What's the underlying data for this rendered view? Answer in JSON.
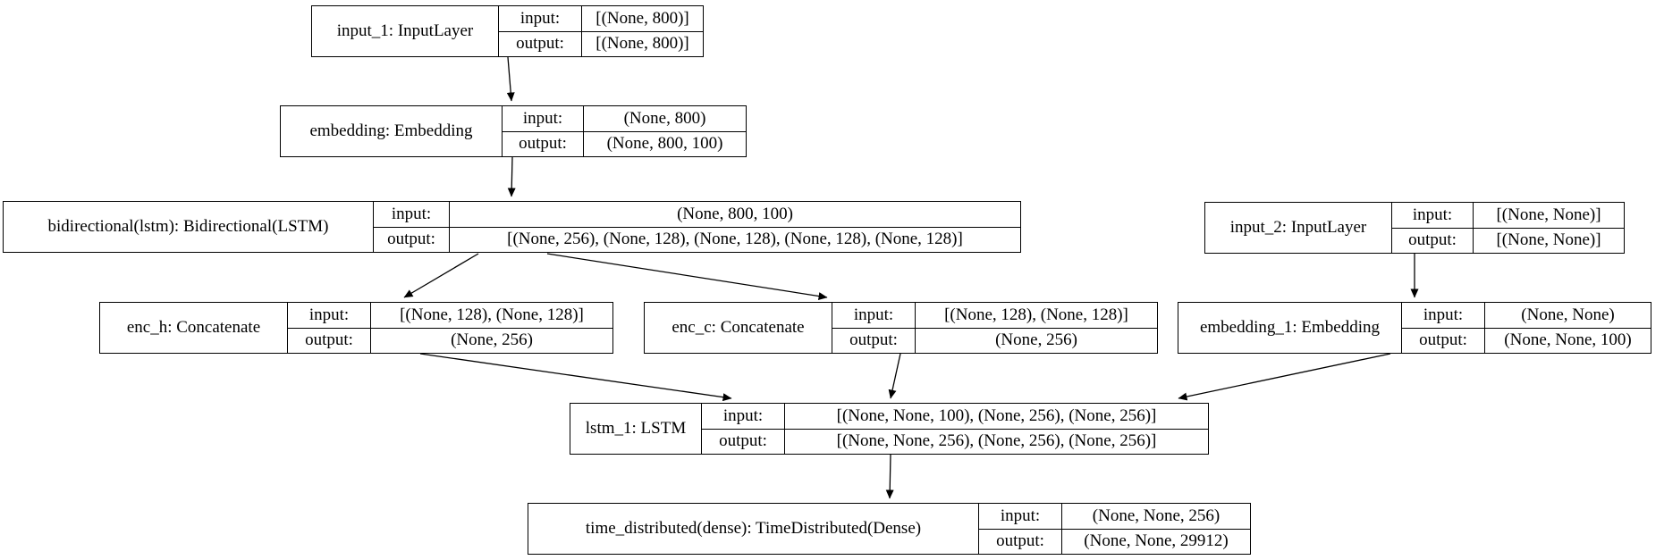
{
  "diagram": {
    "kind": "keras-model-plot",
    "io_labels": {
      "input": "input:",
      "output": "output:"
    },
    "nodes": [
      {
        "id": "input_1",
        "title": "input_1: InputLayer",
        "input": "[(None, 800)]",
        "output": "[(None, 800)]"
      },
      {
        "id": "embedding",
        "title": "embedding: Embedding",
        "input": "(None, 800)",
        "output": "(None, 800, 100)"
      },
      {
        "id": "bidirectional",
        "title": "bidirectional(lstm): Bidirectional(LSTM)",
        "input": "(None, 800, 100)",
        "output": "[(None, 256), (None, 128), (None, 128), (None, 128), (None, 128)]"
      },
      {
        "id": "input_2",
        "title": "input_2: InputLayer",
        "input": "[(None, None)]",
        "output": "[(None, None)]"
      },
      {
        "id": "enc_h",
        "title": "enc_h: Concatenate",
        "input": "[(None, 128), (None, 128)]",
        "output": "(None, 256)"
      },
      {
        "id": "enc_c",
        "title": "enc_c: Concatenate",
        "input": "[(None, 128), (None, 128)]",
        "output": "(None, 256)"
      },
      {
        "id": "embedding_1",
        "title": "embedding_1: Embedding",
        "input": "(None, None)",
        "output": "(None, None, 100)"
      },
      {
        "id": "lstm_1",
        "title": "lstm_1: LSTM",
        "input": "[(None, None, 100), (None, 256), (None, 256)]",
        "output": "[(None, None, 256), (None, 256), (None, 256)]"
      },
      {
        "id": "time_distributed",
        "title": "time_distributed(dense): TimeDistributed(Dense)",
        "input": "(None, None, 256)",
        "output": "(None, None, 29912)"
      }
    ],
    "edges": [
      {
        "from": "input_1",
        "to": "embedding"
      },
      {
        "from": "embedding",
        "to": "bidirectional"
      },
      {
        "from": "bidirectional",
        "to": "enc_h"
      },
      {
        "from": "bidirectional",
        "to": "enc_c"
      },
      {
        "from": "input_2",
        "to": "embedding_1"
      },
      {
        "from": "enc_h",
        "to": "lstm_1"
      },
      {
        "from": "enc_c",
        "to": "lstm_1"
      },
      {
        "from": "embedding_1",
        "to": "lstm_1"
      },
      {
        "from": "lstm_1",
        "to": "time_distributed"
      }
    ],
    "colors": {
      "border": "#000000",
      "background": "#ffffff",
      "text": "#000000"
    }
  }
}
